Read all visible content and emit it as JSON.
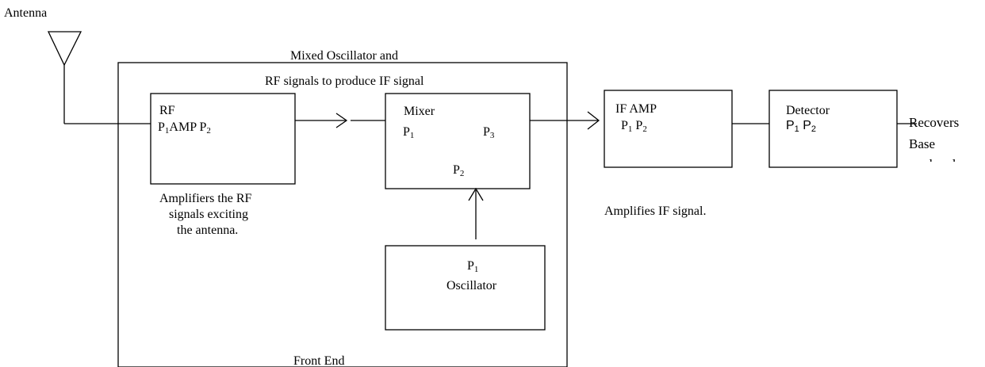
{
  "labels": {
    "antenna": "Antenna",
    "front_end_title_1": "Mixed Oscillator and",
    "front_end_title_2": "RF signals to produce IF signal",
    "front_end_bottom": "Front End",
    "rf_note_1": "Amplifiers the RF",
    "rf_note_2": "signals exciting",
    "rf_note_3": "the antenna.",
    "if_note": "Amplifies IF signal.",
    "recovers_1": "Recovers",
    "recovers_2": "Base",
    "recovers_3": "band"
  },
  "blocks": {
    "rf_amp": {
      "title": "RF",
      "mid": "AMP",
      "p_left": "P",
      "p_left_sub": "1",
      "p_right": "P",
      "p_right_sub": "2"
    },
    "mixer": {
      "title": "Mixer",
      "p1": "P",
      "p1_sub": "1",
      "p3": "P",
      "p3_sub": "3",
      "p2": "P",
      "p2_sub": "2"
    },
    "oscillator": {
      "title": "Oscillator",
      "p1": "P",
      "p1_sub": "1"
    },
    "if_amp": {
      "title": "IF AMP",
      "p1": "P",
      "p1_sub": "1",
      "p2": "P",
      "p2_sub": "2"
    },
    "detector": {
      "title": "Detector",
      "p1": "P",
      "p1_sub": "1",
      "p2": "P",
      "p2_sub": "2"
    }
  }
}
